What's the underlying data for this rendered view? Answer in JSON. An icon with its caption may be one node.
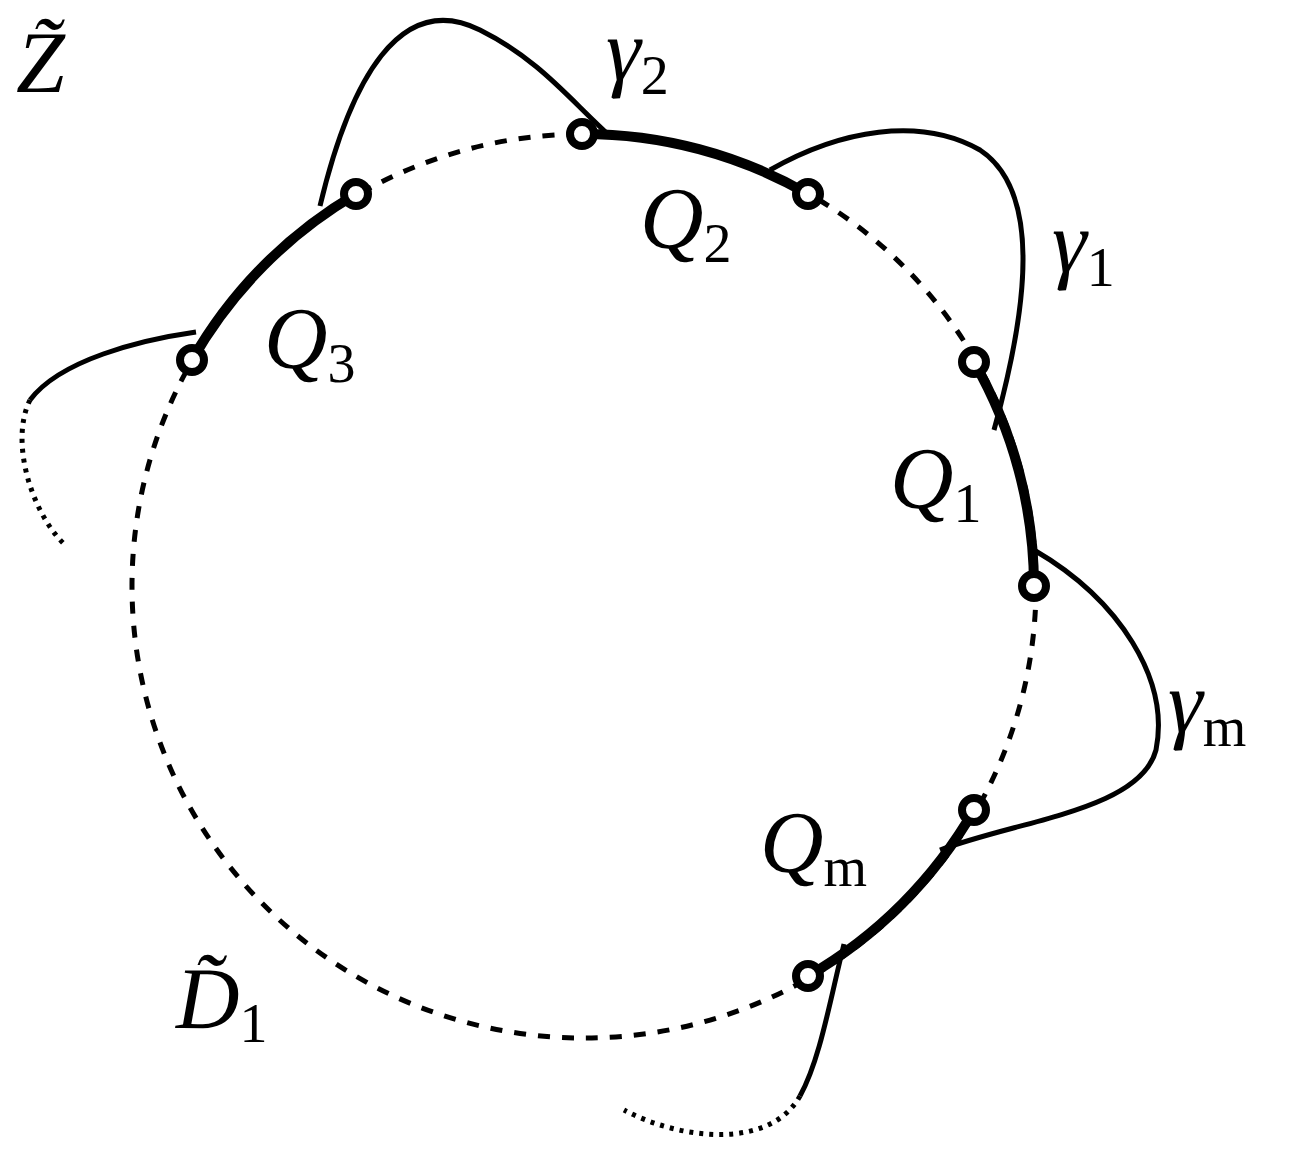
{
  "diagram": {
    "labels": [
      "Z̃",
      "γ$_{2}$",
      "Q$_{2}$",
      "γ$_{1}$",
      "Q$_{3}$",
      "Q$_{1}$",
      "γ$_{m}$",
      "Q$_{m}$",
      "D̃$_{1}$"
    ]
  }
}
